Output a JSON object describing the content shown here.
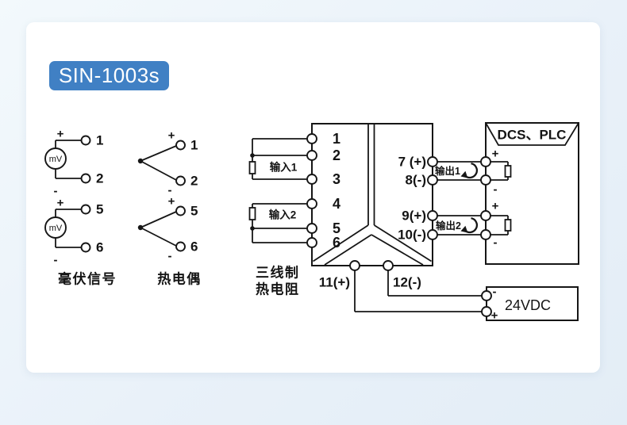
{
  "badge": {
    "label": "SIN-1003s"
  },
  "colors": {
    "badge_bg": "#4080c4",
    "line": "#161616"
  },
  "signs": {
    "plus": "+",
    "minus": "-"
  },
  "mv_signal": {
    "caption": "毫伏信号",
    "source_label": "mV",
    "terminals": [
      "1",
      "2",
      "5",
      "6"
    ]
  },
  "thermocouple": {
    "caption": "热电偶",
    "terminals": [
      "1",
      "2",
      "5",
      "6"
    ]
  },
  "isolator": {
    "left_terminals": [
      "1",
      "2",
      "3",
      "4",
      "5",
      "6"
    ],
    "right_terminals": [
      "7 (+)",
      "8(-)",
      "9(+)",
      "10(-)"
    ],
    "bottom_terminals": [
      "11(+)",
      "12(-)"
    ],
    "input1_label": "输入1",
    "input2_label": "输入2",
    "rtd_caption_line1": "三线制",
    "rtd_caption_line2": "热电阻"
  },
  "outputs": {
    "output1_label": "输出1",
    "output2_label": "输出2"
  },
  "dcs": {
    "label": "DCS、PLC"
  },
  "power": {
    "label": "24VDC"
  }
}
